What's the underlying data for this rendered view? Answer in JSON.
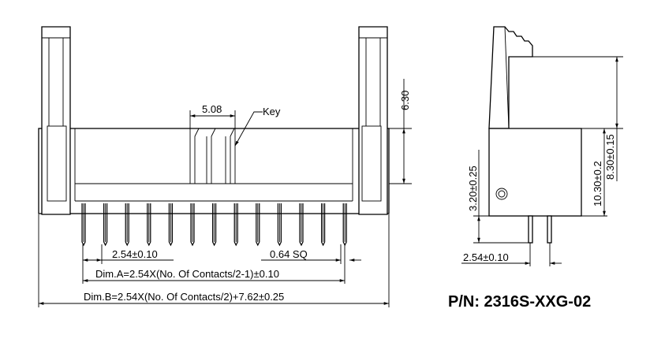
{
  "part_number": "P/N: 2316S-XXG-02",
  "front_view": {
    "key_width": "5.08",
    "key_label": "Key",
    "height": "6.30",
    "pitch": "2.54±0.10",
    "pin_size": "0.64  SQ",
    "dim_a": "Dim.A=2.54X(No. Of Contacts/2-1)±0.10",
    "dim_b": "Dim.B=2.54X(No. Of Contacts/2)+7.62±0.25"
  },
  "side_view": {
    "pin_standoff": "3.20±0.25",
    "body_height": "10.30±0.2",
    "latch_height": "8.30±0.15",
    "row_pitch": "2.54±0.10"
  }
}
